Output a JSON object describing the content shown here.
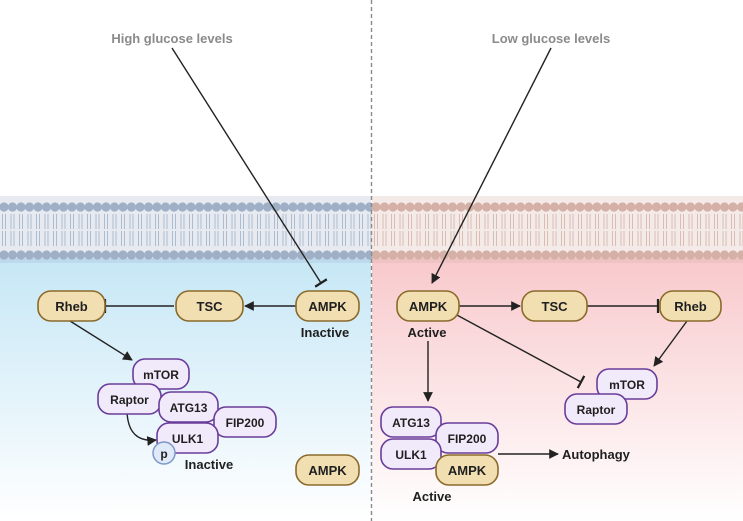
{
  "conditions": {
    "high": "High glucose levels",
    "low": "Low glucose levels"
  },
  "left": {
    "rheb": "Rheb",
    "tsc": "TSC",
    "ampk": "AMPK",
    "ampk_state": "Inactive",
    "mtor": "mTOR",
    "raptor": "Raptor",
    "atg13": "ATG13",
    "fip200": "FIP200",
    "ulk1": "ULK1",
    "phospho": "p",
    "ulk1_state": "Inactive",
    "free_ampk": "AMPK"
  },
  "right": {
    "ampk": "AMPK",
    "ampk_state": "Active",
    "tsc": "TSC",
    "rheb": "Rheb",
    "mtor": "mTOR",
    "raptor": "Raptor",
    "atg13": "ATG13",
    "fip200": "FIP200",
    "ulk1": "ULK1",
    "complex_ampk": "AMPK",
    "complex_state": "Active",
    "outcome": "Autophagy"
  },
  "colors": {
    "left_membrane": "#9fb0c6",
    "right_membrane": "#d4b0a6",
    "left_cytoplasm_top": "#c6e7f6",
    "right_cytoplasm_top": "#f8c9cc",
    "tan_node_fill": "#f1dfb2",
    "tan_node_stroke": "#8b6a2a",
    "purple_node_fill": "#f1eafa",
    "purple_node_stroke": "#6a3d9a"
  }
}
